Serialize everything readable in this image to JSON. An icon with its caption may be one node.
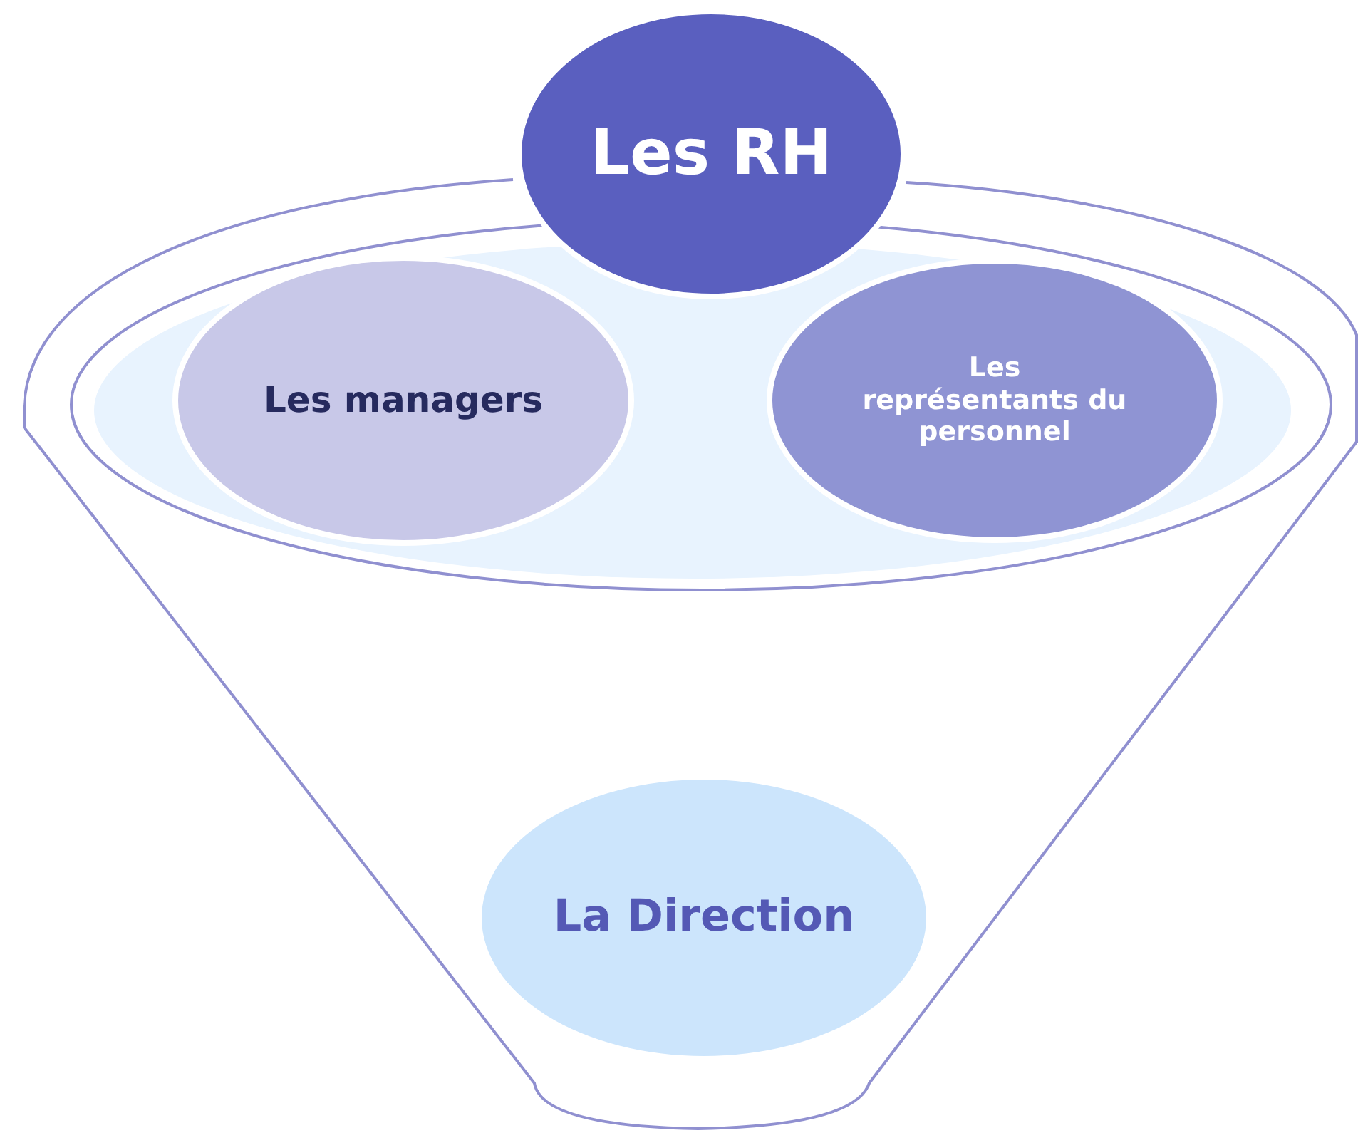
{
  "diagram": {
    "nodes": [
      {
        "text": [
          "Les RH"
        ]
      },
      {
        "text": [
          "Les managers"
        ]
      },
      {
        "text": [
          "Les représentants du personnel"
        ]
      },
      {
        "text": [
          "La Direction"
        ]
      }
    ]
  }
}
